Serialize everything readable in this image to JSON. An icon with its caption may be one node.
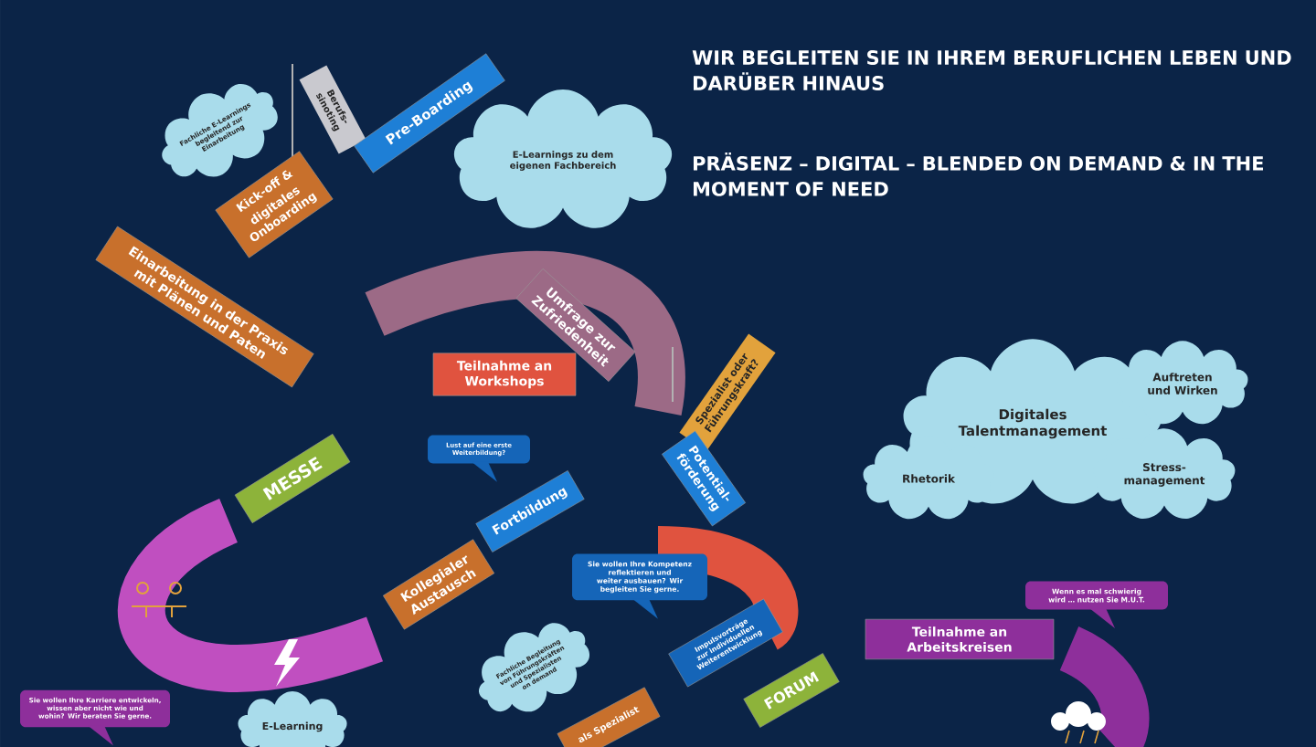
{
  "diagram": {
    "title": "WIR BEGLEITEN SIE IN IHREM BERUFLICHEN LEBEN UND DARÜBER HINAUS",
    "nodes": [
      {
        "text": [
          "Berufs- sinoting"
        ]
      },
      {
        "text": [
          "Pre-Boarding"
        ]
      },
      {
        "text": [
          "Fachliche E-Learnings begleitend zur Einarbeitung"
        ]
      },
      {
        "text": [
          "Kick-off &",
          "digitales Onboarding"
        ]
      },
      {
        "text": [
          "E-Learnings zu dem eigenen Fachbereich"
        ]
      },
      {
        "text": [
          "Einarbeitung in der Praxis mit Plänen und Paten"
        ]
      },
      {
        "text": [
          "Umfrage zur Zufriedenheit"
        ]
      },
      {
        "text": [
          "Teilnahme an Workshops"
        ]
      },
      {
        "text": [
          "MESSE"
        ]
      },
      {
        "text": [
          "Lust auf eine erste Weiterbildung?"
        ]
      },
      {
        "text": [
          "Spezialist oder Führungskraft?"
        ]
      },
      {
        "text": [
          "Potential- förderung"
        ]
      },
      {
        "text": [
          "Digitales Talentmanagement"
        ]
      },
      {
        "text": [
          "Auftreten und Wirken"
        ]
      },
      {
        "text": [
          "Rhetorik"
        ]
      },
      {
        "text": [
          "Stress- management"
        ]
      },
      {
        "text": [
          "Fortbildung"
        ]
      },
      {
        "text": [
          "Kollegialer Austausch"
        ]
      },
      {
        "text": [
          "Sie wollen Ihre Kompetenz reflektieren und weiter ausbauen? Wir begleiten Sie gerne."
        ]
      },
      {
        "text": [
          "Wenn es mal schwierig wird … nutzen Sie M.U.T."
        ]
      },
      {
        "text": [
          "Fachliche Begleitung von Führungskräften und Spezialisten on demand"
        ]
      },
      {
        "text": [
          "Impulsvorträge zur individuellen Weiterentwicklung"
        ]
      },
      {
        "text": [
          "FORUM"
        ]
      },
      {
        "text": [
          "Teilnahme an Arbeitskreisen"
        ]
      },
      {
        "text": [
          "Sie wollen Ihre Karriere entwickeln, wissen aber nicht wie und wohin? Wir beraten Sie gerne."
        ]
      },
      {
        "text": [
          "E-Learning"
        ]
      },
      {
        "text": [
          "als Spezialist"
        ]
      }
    ],
    "labels": [
      "PRÄSENZ – DIGITAL – BLENDED ON DEMAND & IN THE MOMENT OF NEED"
    ]
  }
}
